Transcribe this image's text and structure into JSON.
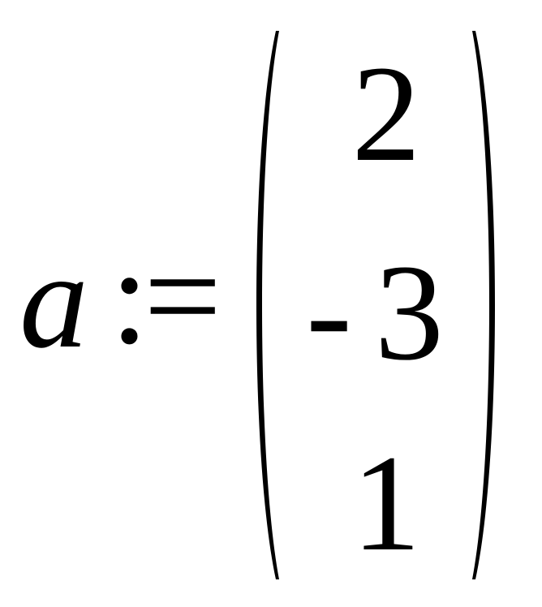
{
  "formula": {
    "variable": "a",
    "operator": ":=",
    "vector": [
      {
        "sign": "",
        "value": "2"
      },
      {
        "sign": "-",
        "value": "3"
      },
      {
        "sign": "",
        "value": "1"
      }
    ]
  }
}
